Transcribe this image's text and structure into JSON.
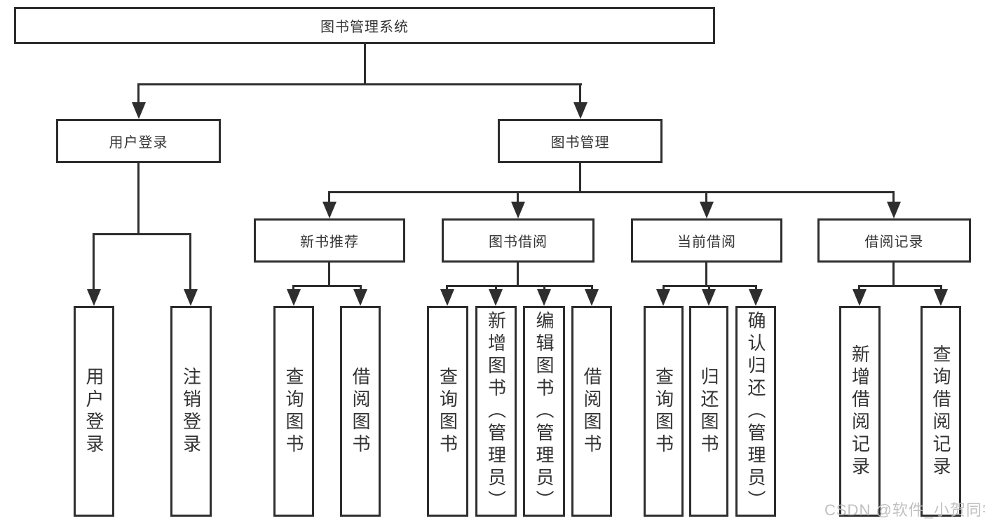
{
  "colors": {
    "line": "#2e2e2e",
    "text": "#333333",
    "watermark": "#b9b9b9"
  },
  "watermark": {
    "text": "CSDN @软件_小贺同学"
  },
  "tree": {
    "root": {
      "label": "图书管理系统"
    },
    "level2": [
      {
        "label": "用户登录",
        "children": [
          {
            "label": "用户登录"
          },
          {
            "label": "注销登录"
          }
        ]
      },
      {
        "label": "图书管理",
        "groups": [
          {
            "label": "新书推荐",
            "children": [
              {
                "label": "查询图书"
              },
              {
                "label": "借阅图书"
              }
            ]
          },
          {
            "label": "图书借阅",
            "children": [
              {
                "label": "查询图书"
              },
              {
                "label": "新增图书（管理员）"
              },
              {
                "label": "编辑图书（管理员）"
              },
              {
                "label": "借阅图书"
              }
            ]
          },
          {
            "label": "当前借阅",
            "children": [
              {
                "label": "查询图书"
              },
              {
                "label": "归还图书"
              },
              {
                "label": "确认归还（管理员）"
              }
            ]
          },
          {
            "label": "借阅记录",
            "children": [
              {
                "label": "新增借阅记录"
              },
              {
                "label": "查询借阅记录"
              }
            ]
          }
        ]
      }
    ]
  }
}
